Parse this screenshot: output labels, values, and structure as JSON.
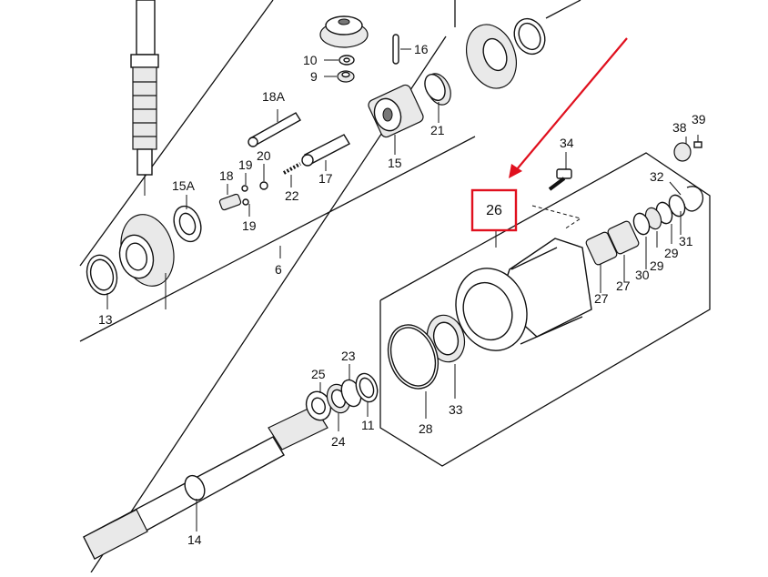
{
  "diagram": {
    "highlight": {
      "label": "26",
      "color": "#e0101e"
    },
    "arrow_color": "#e0101e",
    "labels": {
      "p10": "10",
      "p9": "9",
      "p16": "16",
      "p18a": "18A",
      "p21": "21",
      "p17": "17",
      "p15": "15",
      "p20": "20",
      "p19a": "19",
      "p19b": "19",
      "p22": "22",
      "p18": "18",
      "p15a": "15A",
      "p6": "6",
      "p13": "13",
      "p34": "34",
      "p38": "38",
      "p39": "39",
      "p32": "32",
      "p31": "31",
      "p29a": "29",
      "p29b": "29",
      "p30": "30",
      "p27a": "27",
      "p27b": "27",
      "p33": "33",
      "p28": "28",
      "p23": "23",
      "p25": "25",
      "p24": "24",
      "p11": "11",
      "p14": "14"
    }
  }
}
